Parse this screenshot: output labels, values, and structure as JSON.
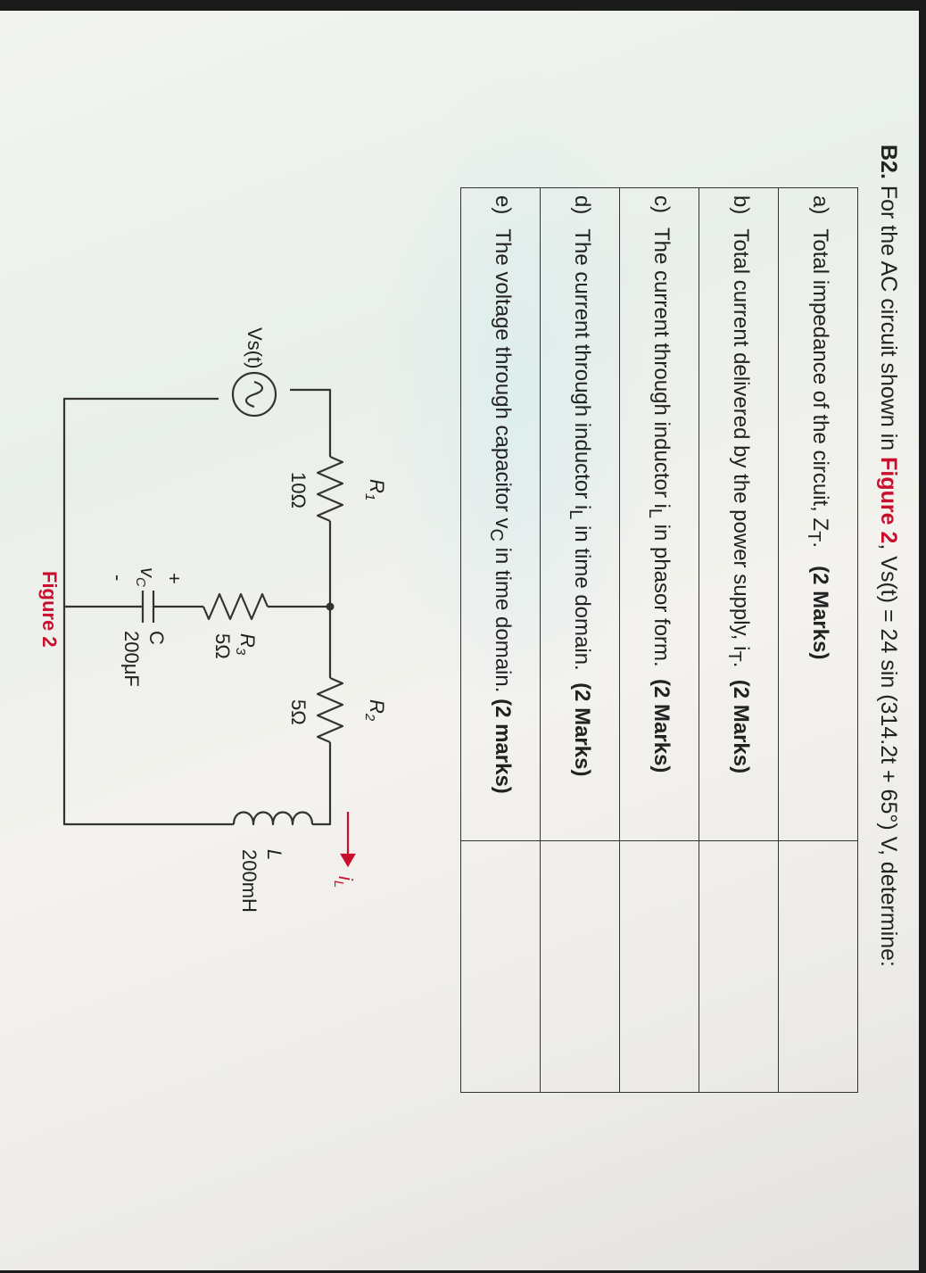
{
  "question": {
    "number": "B2.",
    "text_before": "For the AC circuit shown in",
    "figure_ref": "Figure 2",
    "text_after": ", Vs(t) = 24 sin (314.2t + 65°) V, determine:"
  },
  "parts": [
    {
      "label": "a)",
      "text": "Total impedance of the circuit, Z",
      "sub": "T",
      "tail": ".",
      "marks": "(2 Marks)"
    },
    {
      "label": "b)",
      "text": "Total current delivered by the power supply, i",
      "sub": "T",
      "tail": ".",
      "marks": "(2 Marks)"
    },
    {
      "label": "c)",
      "text": "The current through inductor i",
      "sub": "L",
      "tail": " in phasor form.",
      "marks": "(2 Marks)"
    },
    {
      "label": "d)",
      "text": "The current through inductor i",
      "sub": "L",
      "tail": " in time domain.",
      "marks": "(2 Marks)"
    },
    {
      "label": "e)",
      "text": "The voltage through capacitor v",
      "sub": "C",
      "tail": " in time domain.",
      "marks": "(2 marks)"
    }
  ],
  "figure": {
    "caption": "Figure 2",
    "source_label": "Vs(t)",
    "r1": {
      "name": "R",
      "sub": "1",
      "value": "10Ω"
    },
    "r2": {
      "name": "R",
      "sub": "2",
      "value": "5Ω"
    },
    "r3": {
      "name": "R",
      "sub": "3",
      "value": "5Ω"
    },
    "c": {
      "name": "C",
      "value": "200μF",
      "plus": "+",
      "minus": "-",
      "v": "v",
      "vsub": "C"
    },
    "l": {
      "name": "L",
      "value": "200mH",
      "i": "i",
      "isub": "L"
    },
    "colors": {
      "accent": "#c8102e",
      "wire": "#333333"
    }
  }
}
